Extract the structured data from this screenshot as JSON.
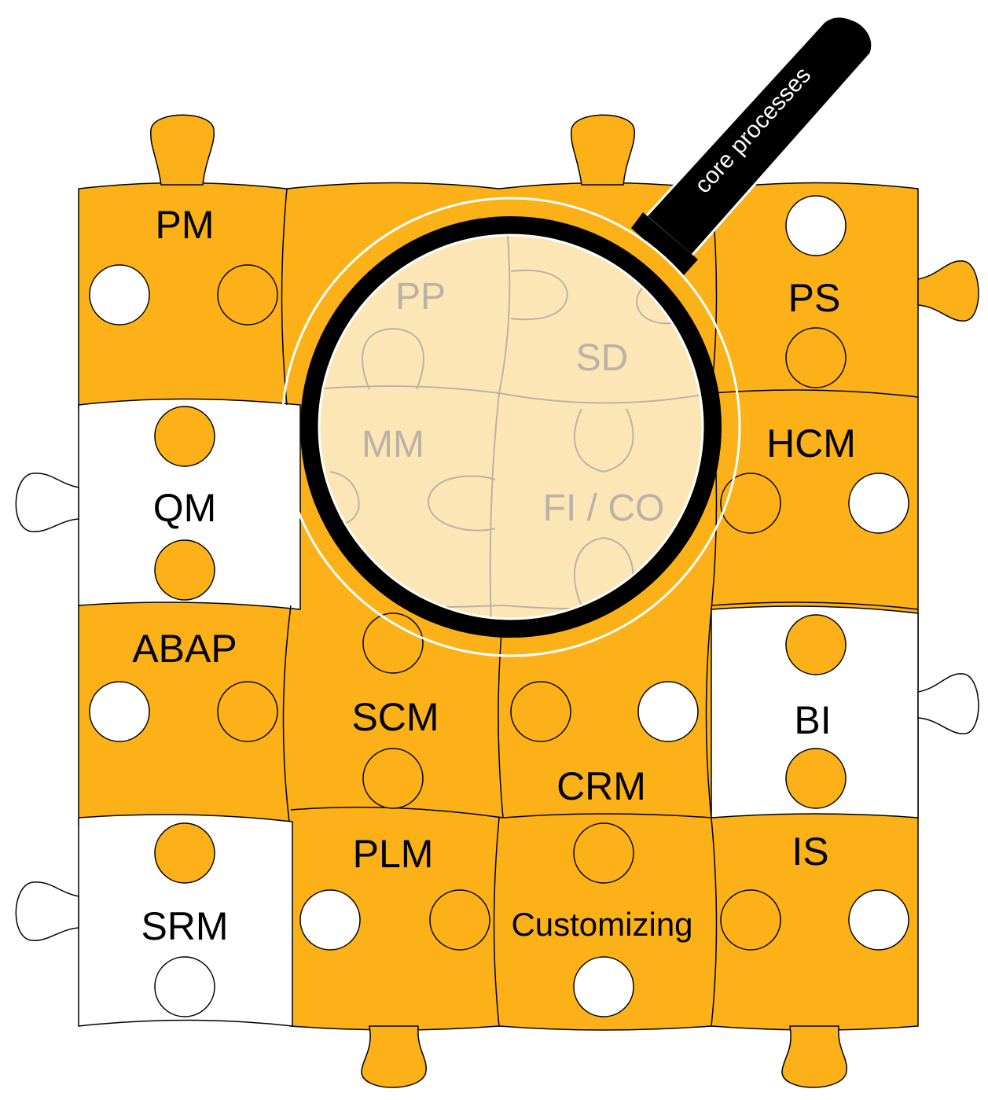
{
  "colors": {
    "piece_fill": "#fbb117",
    "white_piece_fill": "#ffffff",
    "outline": "#000000",
    "lens_fill": "#fde6b6",
    "lens_line": "#b9b3a6",
    "ring": "#000000"
  },
  "magnifier": {
    "handle_label": "core processes"
  },
  "pieces_outer": [
    {
      "id": "pm",
      "label": "PM",
      "fill": "orange"
    },
    {
      "id": "ps",
      "label": "PS",
      "fill": "orange"
    },
    {
      "id": "qm",
      "label": "QM",
      "fill": "white"
    },
    {
      "id": "hcm",
      "label": "HCM",
      "fill": "orange"
    },
    {
      "id": "abap",
      "label": "ABAP",
      "fill": "orange"
    },
    {
      "id": "scm",
      "label": "SCM",
      "fill": "orange"
    },
    {
      "id": "bi",
      "label": "BI",
      "fill": "white"
    },
    {
      "id": "crm",
      "label": "CRM",
      "fill": "orange"
    },
    {
      "id": "plm",
      "label": "PLM",
      "fill": "orange"
    },
    {
      "id": "is",
      "label": "IS",
      "fill": "orange"
    },
    {
      "id": "srm",
      "label": "SRM",
      "fill": "white"
    },
    {
      "id": "customizing",
      "label": "Customizing",
      "fill": "orange"
    }
  ],
  "pieces_core": [
    {
      "id": "pp",
      "label": "PP"
    },
    {
      "id": "sd",
      "label": "SD"
    },
    {
      "id": "mm",
      "label": "MM"
    },
    {
      "id": "fico",
      "label": "FI / CO"
    }
  ]
}
